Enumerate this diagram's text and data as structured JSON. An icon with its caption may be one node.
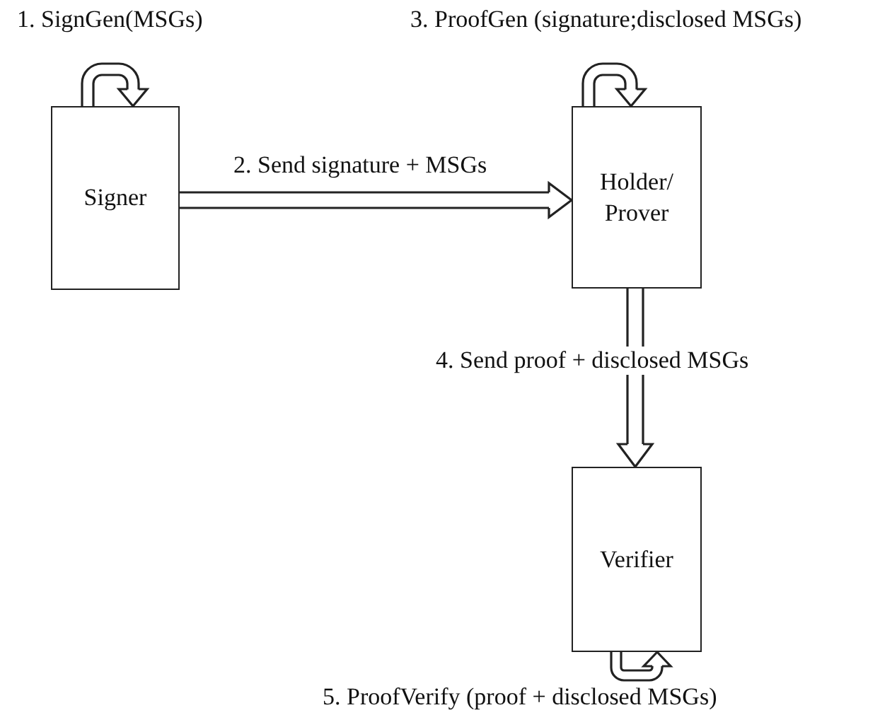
{
  "diagram": {
    "nodes": [
      {
        "text": [
          "Signer"
        ]
      },
      {
        "text": [
          "Holder/ Prover"
        ]
      },
      {
        "text": [
          "Verifier"
        ]
      }
    ],
    "edges": [
      {
        "from": 0,
        "to": 0,
        "arrow": "to",
        "label": "1. SignGen(MSGs)"
      },
      {
        "from": 0,
        "to": 1,
        "arrow": "to",
        "label": "2. Send signature + MSGs"
      },
      {
        "from": 1,
        "to": 1,
        "arrow": "to",
        "label": "3. ProofGen (signature;disclosed MSGs)"
      },
      {
        "from": 1,
        "to": 2,
        "arrow": "to",
        "label": "4. Send proof + disclosed MSGs"
      },
      {
        "from": 2,
        "to": 2,
        "arrow": "to",
        "label": "5. ProofVerify (proof + disclosed MSGs)"
      }
    ]
  }
}
